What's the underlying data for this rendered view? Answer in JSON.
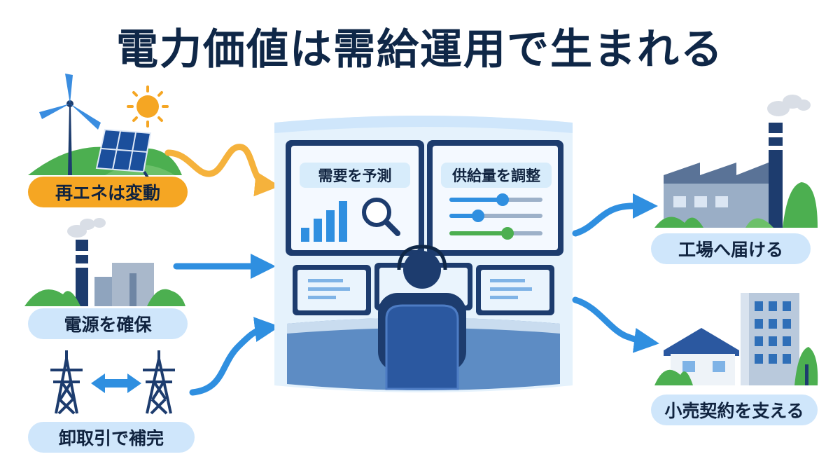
{
  "title": "電力価値は需給運用で生まれる",
  "inputs": [
    {
      "label": "再エネは変動",
      "icons": [
        "wind-turbine-icon",
        "solar-panel-icon",
        "sun-icon"
      ]
    },
    {
      "label": "電源を確保",
      "icons": [
        "power-plant-icon"
      ]
    },
    {
      "label": "卸取引で補完",
      "icons": [
        "transmission-tower-icon",
        "double-arrow-icon"
      ]
    }
  ],
  "control_room": {
    "screens": [
      {
        "label": "需要を予測",
        "icon": "bar-chart-magnifier-icon"
      },
      {
        "label": "供給量を調整",
        "icon": "sliders-icon"
      }
    ],
    "operator_icon": "operator-icon"
  },
  "outputs": [
    {
      "label": "工場へ届ける",
      "icons": [
        "factory-icon"
      ]
    },
    {
      "label": "小売契約を支える",
      "icons": [
        "house-icon",
        "office-building-icon"
      ]
    }
  ],
  "colors": {
    "title": "#0f2747",
    "orange": "#f5a623",
    "pill_blue": "#cfe6fb",
    "arrow_blue": "#2f8fe0",
    "arrow_orange": "#f5b23c",
    "navy": "#1d3c6e",
    "green": "#4caf50"
  }
}
